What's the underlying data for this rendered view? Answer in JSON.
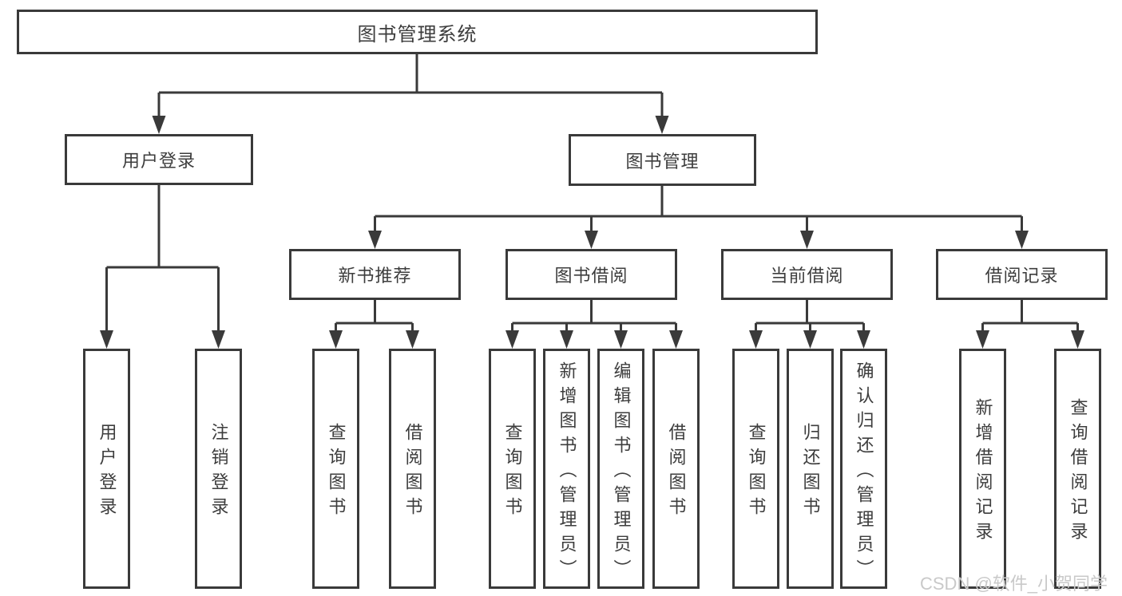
{
  "diagram": {
    "title": "图书管理系统",
    "tree": {
      "root": {
        "label": "图书管理系统"
      },
      "level2": [
        {
          "label": "用户登录"
        },
        {
          "label": "图书管理"
        }
      ],
      "level3": [
        {
          "label": "新书推荐"
        },
        {
          "label": "图书借阅"
        },
        {
          "label": "当前借阅"
        },
        {
          "label": "借阅记录"
        }
      ],
      "leaves": {
        "user_login": [
          "用户登录",
          "注销登录"
        ],
        "new_book_recommend": [
          "查询图书",
          "借阅图书"
        ],
        "book_borrow": [
          "查询图书",
          "新增图书（管理员）",
          "编辑图书（管理员）",
          "借阅图书"
        ],
        "current_borrow": [
          "查询图书",
          "归还图书",
          "确认归还（管理员）"
        ],
        "borrow_records": [
          "新增借阅记录",
          "查询借阅记录"
        ]
      }
    },
    "colors": {
      "line": "#3a3a3a",
      "box_border": "#3a3a3a",
      "text": "#3d3d3d",
      "background": "#ffffff",
      "watermark": "#c9c9c9"
    }
  },
  "watermark": {
    "text": "CSDN @软件_小贺同学"
  }
}
